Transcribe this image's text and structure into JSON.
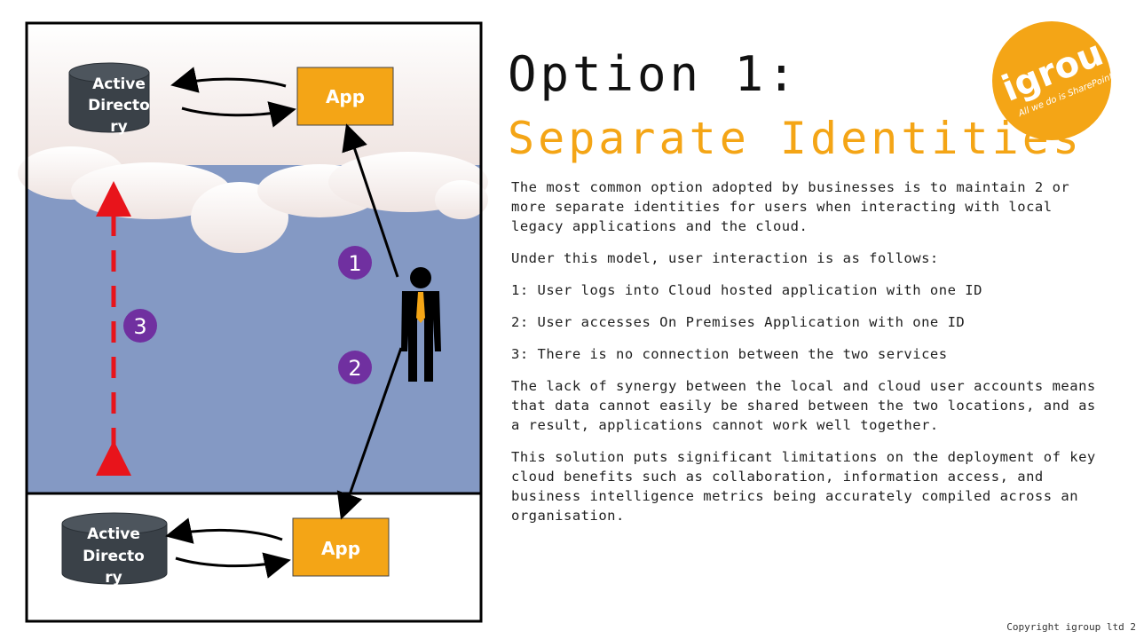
{
  "title": {
    "line1": "Option 1:",
    "line2": "Separate Identities"
  },
  "logo": {
    "brand": "igroup",
    "tagline": "All we do is SharePoint",
    "color": "#f4a516"
  },
  "diagram": {
    "cloud_ad": {
      "label_line1": "Active",
      "label_line2": "Directo",
      "label_line3": "ry"
    },
    "cloud_app": {
      "label": "App"
    },
    "onprem_ad": {
      "label_line1": "Active",
      "label_line2": "Directo",
      "label_line3": "ry"
    },
    "onprem_app": {
      "label": "App"
    },
    "markers": [
      {
        "label": "1"
      },
      {
        "label": "2"
      },
      {
        "label": "3"
      }
    ],
    "colors": {
      "app": "#f4a516",
      "database": "#3a4148",
      "marker": "#7030a0",
      "sky": "#8499c4",
      "arrow_dashed": "#e8141b"
    }
  },
  "body": {
    "p1": "The most common option adopted by businesses is to maintain 2 or more separate identities for users when interacting with local legacy applications and the cloud.",
    "p2": "Under this model, user interaction is as follows:",
    "p3": "1:  User logs into Cloud hosted application with one ID",
    "p4": "2: User accesses On Premises Application with one ID",
    "p5": "3: There is no connection between the two services",
    "p6": "The lack of synergy between the local and cloud user accounts means that data cannot easily be shared between the two locations, and as a result, applications cannot work well together.",
    "p7": "This solution puts significant limitations on the deployment of key cloud benefits such as collaboration, information access, and business intelligence metrics being accurately compiled across an organisation."
  },
  "footer": {
    "copyright": "Copyright igroup ltd 2"
  }
}
